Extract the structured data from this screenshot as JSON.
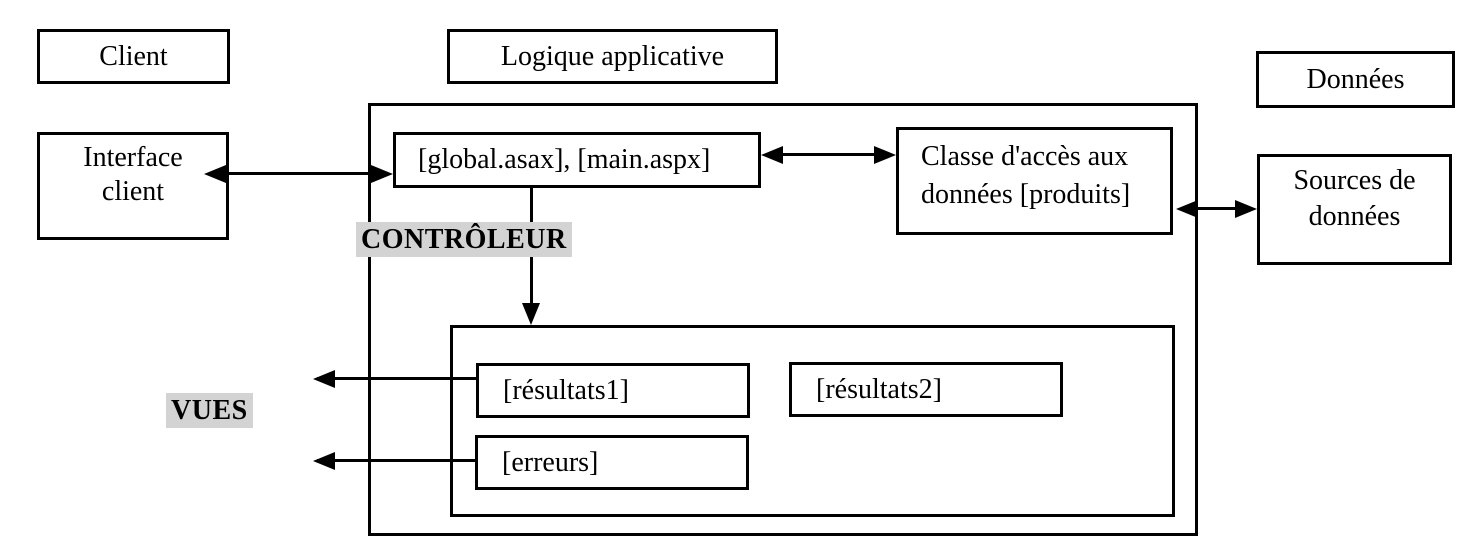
{
  "colors": {
    "line": "#000000",
    "background": "#ffffff",
    "highlight": "#d3d3d3",
    "text": "#000000"
  },
  "tiers": {
    "client": "Client",
    "logique": "Logique applicative",
    "donnees": "Données"
  },
  "nodes": {
    "interface_client": {
      "lines": [
        "Interface",
        "client"
      ]
    },
    "controller_files": {
      "label": "[global.asax], [main.aspx]"
    },
    "data_access_class": {
      "lines": [
        "Classe d'accès aux",
        "données [produits]"
      ]
    },
    "data_sources": {
      "lines": [
        "Sources de",
        "données"
      ]
    },
    "resultats1": {
      "label": "[résultats1]"
    },
    "resultats2": {
      "label": "[résultats2]"
    },
    "erreurs": {
      "label": "[erreurs]"
    }
  },
  "annotations": {
    "controleur": "CONTRÔLEUR",
    "vues": "VUES"
  }
}
